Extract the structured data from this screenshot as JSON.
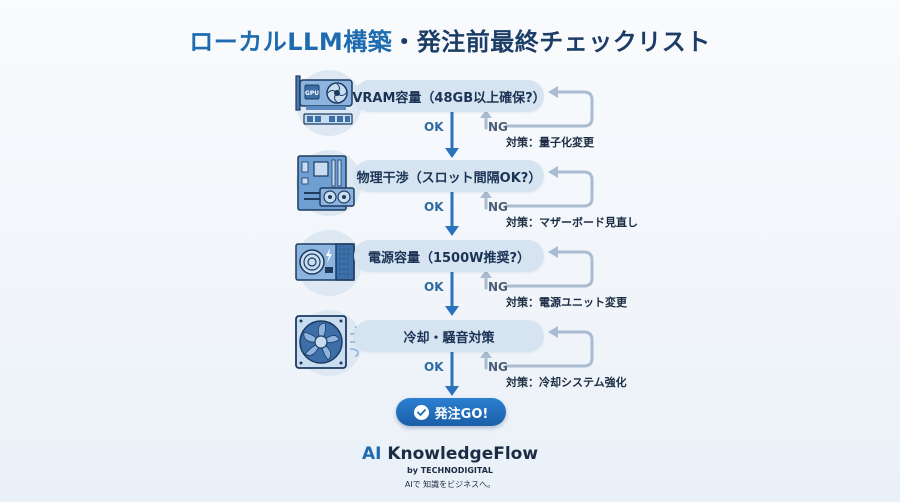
{
  "title": {
    "part1": "ローカルLLM構築",
    "part2": "・発注前最終チェックリスト"
  },
  "colors": {
    "accent_blue": "#1f6bb0",
    "navy": "#1b3d66",
    "pill_bg": "#d6e4f1",
    "ok_arrow": "#2a73bc",
    "ng_arrow": "#a9bcd1",
    "button_blue": "#1f6fbf"
  },
  "steps": [
    {
      "icon": "gpu-card-icon",
      "question": "VRAM容量（48GB以上確保?）",
      "ok_label": "OK",
      "ng_label": "NG",
      "remedy": "対策：量子化変更"
    },
    {
      "icon": "motherboard-icon",
      "question": "物理干渉（スロット間隔OK?）",
      "ok_label": "OK",
      "ng_label": "NG",
      "remedy": "対策：マザーボード見直し"
    },
    {
      "icon": "power-supply-icon",
      "question": "電源容量（1500W推奨?）",
      "ok_label": "OK",
      "ng_label": "NG",
      "remedy": "対策：電源ユニット変更"
    },
    {
      "icon": "cooling-fan-icon",
      "question": "冷却・騒音対策",
      "ok_label": "OK",
      "ng_label": "NG",
      "remedy": "対策：冷却システム強化"
    }
  ],
  "final": {
    "icon": "check-circle-icon",
    "label": "発注GO!"
  },
  "brand": {
    "ai": "AI",
    "name": " KnowledgeFlow",
    "by": "by TECHNODIGITAL",
    "tagline": "AIで 知識をビジネスへ。"
  }
}
